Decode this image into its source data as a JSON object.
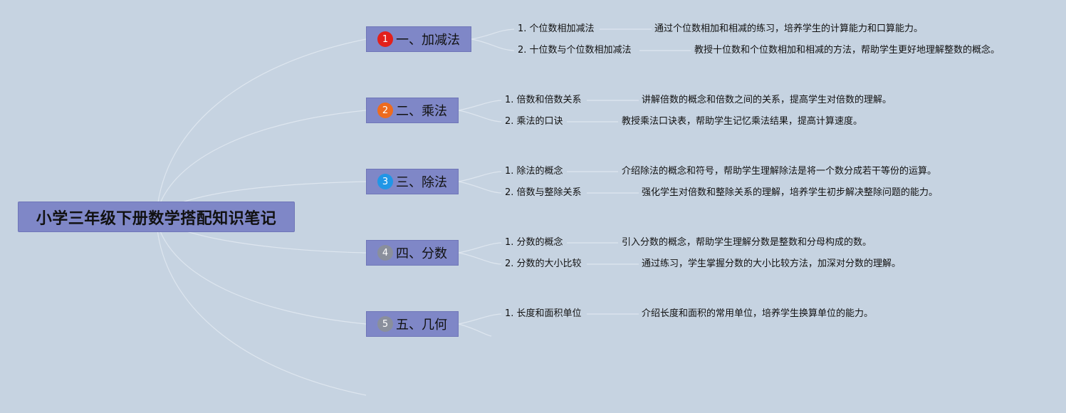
{
  "root": {
    "title": "小学三年级下册数学搭配知识笔记"
  },
  "branches": [
    {
      "badge": "1",
      "badge_color": "#e3201b",
      "label": "一、加减法",
      "items": [
        {
          "label": "1. 个位数相加减法",
          "desc": "通过个位数相加和相减的练习，培养学生的计算能力和口算能力。"
        },
        {
          "label": "2. 十位数与个位数相加减法",
          "desc": "教授十位数和个位数相加和相减的方法，帮助学生更好地理解整数的概念。"
        }
      ]
    },
    {
      "badge": "2",
      "badge_color": "#ee6b1e",
      "label": "二、乘法",
      "items": [
        {
          "label": "1. 倍数和倍数关系",
          "desc": "讲解倍数的概念和倍数之间的关系，提高学生对倍数的理解。"
        },
        {
          "label": "2. 乘法的口诀",
          "desc": "教授乘法口诀表，帮助学生记忆乘法结果，提高计算速度。"
        }
      ]
    },
    {
      "badge": "3",
      "badge_color": "#2196e6",
      "label": "三、除法",
      "items": [
        {
          "label": "1. 除法的概念",
          "desc": "介绍除法的概念和符号，帮助学生理解除法是将一个数分成若干等份的运算。"
        },
        {
          "label": "2. 倍数与整除关系",
          "desc": "强化学生对倍数和整除关系的理解，培养学生初步解决整除问题的能力。"
        }
      ]
    },
    {
      "badge": "4",
      "badge_color": "#8a8f9c",
      "label": "四、分数",
      "items": [
        {
          "label": "1. 分数的概念",
          "desc": "引入分数的概念，帮助学生理解分数是整数和分母构成的数。"
        },
        {
          "label": "2. 分数的大小比较",
          "desc": "通过练习，学生掌握分数的大小比较方法，加深对分数的理解。"
        }
      ]
    },
    {
      "badge": "5",
      "badge_color": "#8a8f9c",
      "label": "五、几何",
      "items": [
        {
          "label": "1. 长度和面积单位",
          "desc": "介绍长度和面积的常用单位，培养学生换算单位的能力。"
        }
      ]
    }
  ]
}
